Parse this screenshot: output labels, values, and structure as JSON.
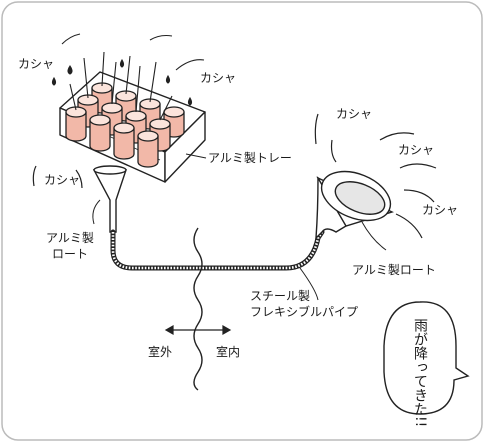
{
  "sound_effects": [
    "カシャ",
    "カシャ",
    "カシャ",
    "カシャ",
    "カシャ",
    "カシャ"
  ],
  "labels": {
    "aluminum_tray": "アルミ製トレー",
    "aluminum_funnel_left_line1": "アルミ製",
    "aluminum_funnel_left_line2": "ロート",
    "aluminum_funnel_right": "アルミ製ロート",
    "steel_hose_line1": "スチール製",
    "steel_hose_line2": "フレキシブルパイプ",
    "outdoor": "室外",
    "indoor": "室内"
  },
  "speech_bubble": {
    "text": "雨が降ってきた!!"
  },
  "colors": {
    "can_fill": "#f2b8a8",
    "line": "#222222",
    "frame": "#bbbbbb",
    "funnel_inner": "#e6e6e6"
  }
}
